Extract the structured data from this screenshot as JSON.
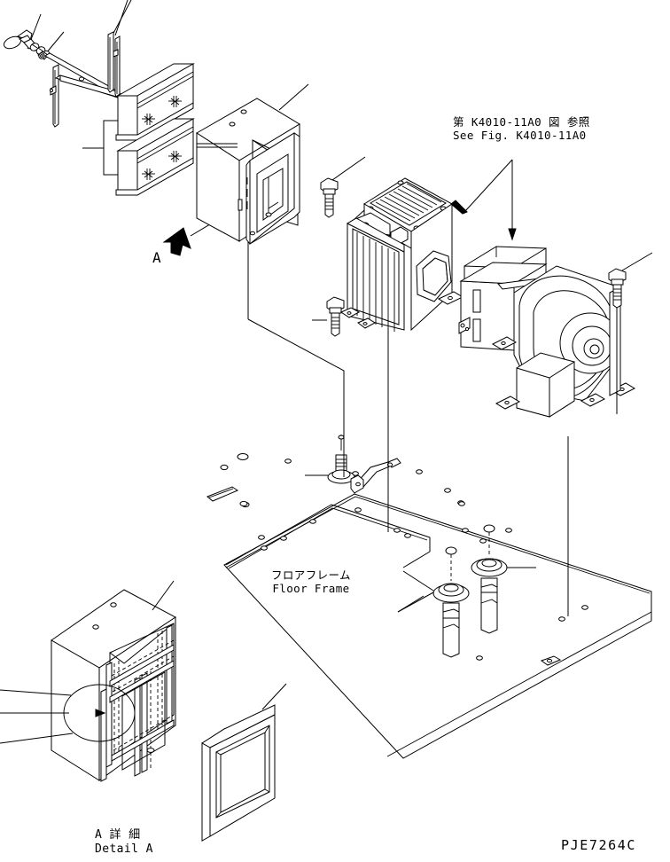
{
  "drawing": {
    "number": "PJE7264C",
    "sheet_width": 756,
    "sheet_height": 972,
    "line_color": "#000000",
    "background_color": "#ffffff",
    "type": "exploded-parts-assembly-diagram"
  },
  "annotations": {
    "reference_note": {
      "japanese": "第 K4010-11A0 図 参照",
      "english": "See Fig. K4010-11A0",
      "figure_ref": "K4010-11A0"
    },
    "floor_frame": {
      "japanese": "フロアフレーム",
      "english": "Floor Frame"
    },
    "detail_view": {
      "japanese": "A 詳 細",
      "english": "Detail A"
    },
    "section_marker": {
      "letter": "A",
      "arrow": "arrow-up-right"
    }
  },
  "components": [
    {
      "id": "wing-bolt",
      "name": "wing-bolt-fastener"
    },
    {
      "id": "bracket-arm",
      "name": "mounting-bracket-arm"
    },
    {
      "id": "filter-upper",
      "name": "upper-filter-element"
    },
    {
      "id": "filter-lower",
      "name": "lower-filter-element"
    },
    {
      "id": "housing-box",
      "name": "air-conditioner-housing"
    },
    {
      "id": "grille-frame",
      "name": "grille-frame"
    },
    {
      "id": "evaporator-unit",
      "name": "evaporator-condenser-unit"
    },
    {
      "id": "blower-unit",
      "name": "blower-motor-assembly"
    },
    {
      "id": "floor-plate",
      "name": "floor-frame-plate"
    },
    {
      "id": "rubber-mount-a",
      "name": "rubber-mount-left"
    },
    {
      "id": "rubber-mount-b",
      "name": "rubber-mount-right"
    },
    {
      "id": "clamp-bracket",
      "name": "clamp-bracket"
    },
    {
      "id": "detail-box",
      "name": "detail-a-housing"
    },
    {
      "id": "detail-panel",
      "name": "detail-a-frame-panel"
    },
    {
      "id": "bolt-1",
      "name": "hex-flange-bolt"
    },
    {
      "id": "bolt-2",
      "name": "hex-flange-bolt"
    },
    {
      "id": "bolt-3",
      "name": "hex-flange-bolt"
    },
    {
      "id": "bolt-4",
      "name": "hex-flange-bolt"
    }
  ]
}
